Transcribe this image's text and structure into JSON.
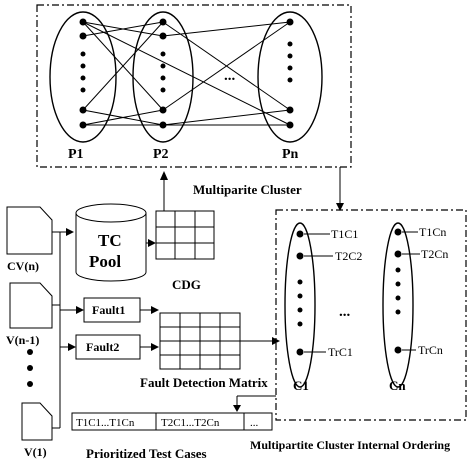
{
  "partitions": {
    "p1": "P1",
    "p2": "P2",
    "pn": "Pn",
    "ellipsis": "..."
  },
  "multipartite_cluster_label": "Multiparite  Cluster",
  "versions": {
    "cvn": "CV(n)",
    "vn1": "V(n-1)",
    "v1": "V(1)"
  },
  "tc_pool": {
    "line1": "TC",
    "line2": "Pool"
  },
  "cdg_label": "CDG",
  "faults": {
    "fault1": "Fault1",
    "fault2": "Fault2"
  },
  "fault_detection_matrix_label": "Fault Detection Matrix",
  "clusters": {
    "c1": "C1",
    "cn": "Cn",
    "ellipsis": "...",
    "t1c1": "T1C1",
    "t2c2": "T2C2",
    "trc1": "TrC1",
    "t1cn": "T1Cn",
    "t2cn": "T2Cn",
    "trcn": "TrCn"
  },
  "prioritized": {
    "cell1": "T1C1...T1Cn",
    "cell2": "T2C1...T2Cn",
    "cell3": "...",
    "label": "Prioritized Test Cases"
  },
  "internal_ordering_label": "Multipartite  Cluster Internal Ordering"
}
